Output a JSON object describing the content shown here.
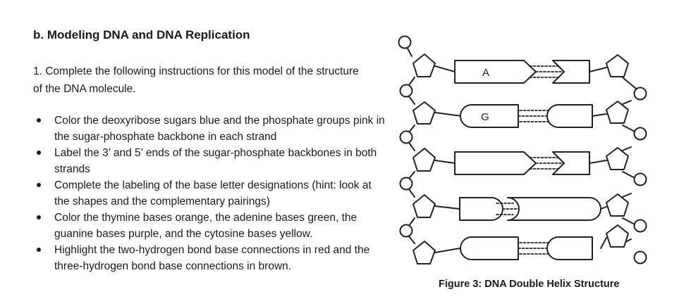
{
  "section": {
    "title": "b. Modeling DNA and DNA Replication",
    "instruction": "1. Complete the following instructions for this model of the structure of the DNA molecule."
  },
  "bullets": [
    "Color the deoxyribose sugars blue and the phosphate groups pink in the sugar-phosphate backbone in each strand",
    "Label the 3’ and 5’ ends of the sugar-phosphate backbones in both strands",
    "Complete the labeling of the base letter designations (hint: look at the shapes and the complementary pairings)",
    "Color the thymine bases orange, the adenine bases green, the guanine bases purple, and the cytosine bases yellow.",
    "Highlight the two-hydrogen bond base connections in red and the three-hydrogen bond base connections in brown."
  ],
  "figure": {
    "caption": "Figure 3: DNA Double Helix Structure",
    "base_labels": {
      "pair1": "A",
      "pair2": "G"
    }
  }
}
